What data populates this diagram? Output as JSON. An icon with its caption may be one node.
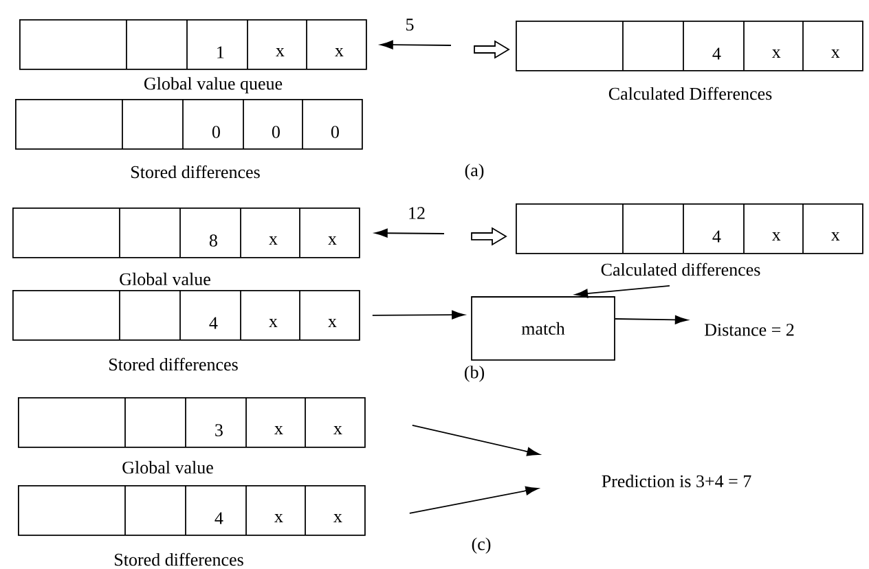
{
  "diagram": {
    "nodes": [
      {
        "text": [
          "1",
          "x",
          "x"
        ],
        "beside": [
          "Global value queue"
        ]
      },
      {
        "text": [
          "4",
          "x",
          "x"
        ],
        "beside": [
          "Calculated Differences"
        ]
      },
      {
        "text": [
          "0",
          "0",
          "0"
        ],
        "beside": [
          "Stored differences"
        ]
      },
      {
        "text": [
          "8",
          "x",
          "x"
        ],
        "beside": [
          "Global value"
        ]
      },
      {
        "text": [
          "4",
          "x",
          "x"
        ],
        "beside": [
          "Calculated differences"
        ]
      },
      {
        "text": [
          "4",
          "x",
          "x"
        ],
        "beside": [
          "Stored differences"
        ]
      },
      {
        "text": [
          "match"
        ]
      },
      {
        "text": [
          "Distance = 2"
        ]
      },
      {
        "text": [
          "3",
          "x",
          "x"
        ],
        "beside": [
          "Global value"
        ]
      },
      {
        "text": [
          "4",
          "x",
          "x"
        ],
        "beside": [
          "Stored differences"
        ]
      },
      {
        "text": [
          "Prediction is 3+4 = 7"
        ]
      }
    ],
    "edges": [
      {
        "from": null,
        "to": 0,
        "arrow": "to",
        "label": "5"
      },
      {
        "from": null,
        "to": 3,
        "arrow": "to",
        "label": "12"
      },
      {
        "from": 4,
        "to": 6,
        "arrow": "to"
      },
      {
        "from": 5,
        "to": 6,
        "arrow": "to"
      },
      {
        "from": 6,
        "to": 7,
        "arrow": "to"
      },
      {
        "from": 8,
        "to": 10,
        "arrow": "to"
      },
      {
        "from": 9,
        "to": 10,
        "arrow": "to"
      }
    ],
    "labels": [
      "(a)",
      "(b)",
      "(c)"
    ]
  }
}
